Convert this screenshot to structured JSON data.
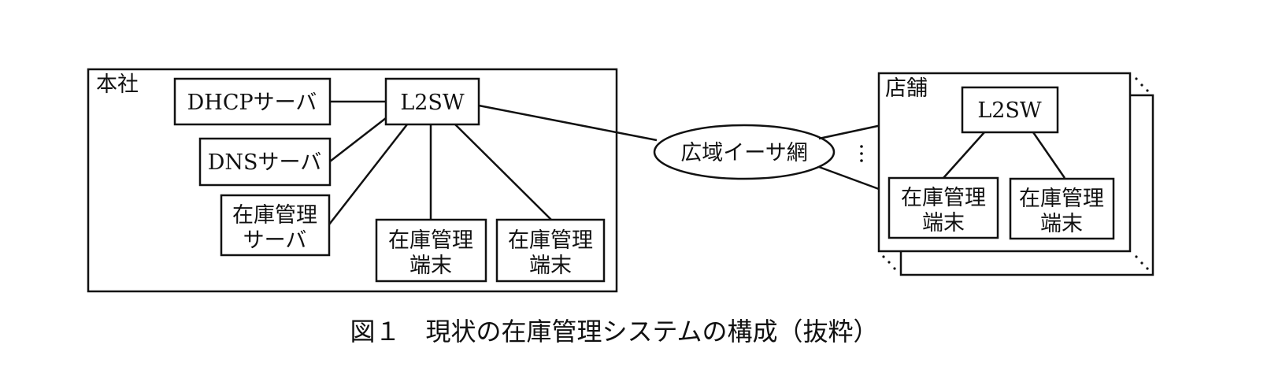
{
  "headquarters": {
    "label": "本社",
    "switch": "L2SW",
    "dhcp": "DHCPサーバ",
    "dns": "DNSサーバ",
    "server": {
      "line1": "在庫管理",
      "line2": "サーバ"
    },
    "terminals": [
      {
        "line1": "在庫管理",
        "line2": "端末"
      },
      {
        "line1": "在庫管理",
        "line2": "端末"
      }
    ]
  },
  "wan": "広域イーサ網",
  "store": {
    "label": "店舗",
    "switch": "L2SW",
    "terminals": [
      {
        "line1": "在庫管理",
        "line2": "端末"
      },
      {
        "line1": "在庫管理",
        "line2": "端末"
      }
    ]
  },
  "caption": "図１　現状の在庫管理システムの構成（抜粋）"
}
